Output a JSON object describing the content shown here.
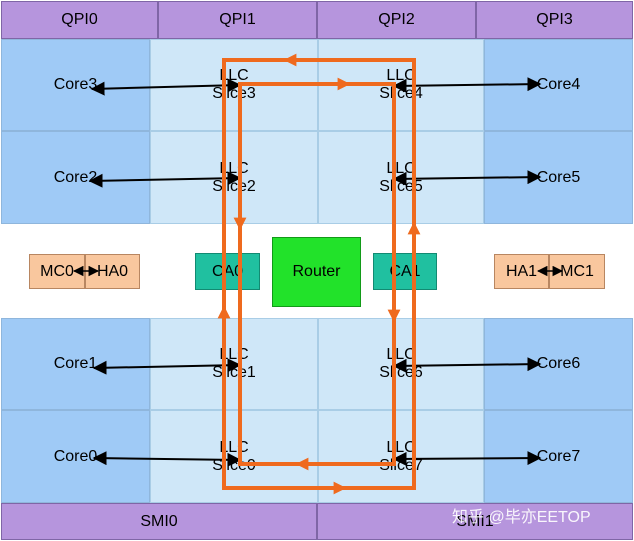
{
  "qpi": [
    "QPI0",
    "QPI1",
    "QPI2",
    "QPI3"
  ],
  "smi": [
    "SMI0",
    "SMI1"
  ],
  "cores": {
    "core0": "Core0",
    "core1": "Core1",
    "core2": "Core2",
    "core3": "Core3",
    "core4": "Core4",
    "core5": "Core5",
    "core6": "Core6",
    "core7": "Core7"
  },
  "llc": {
    "label": "LLC",
    "slice0": "Slice0",
    "slice1": "Slice1",
    "slice2": "Slice2",
    "slice3": "Slice3",
    "slice4": "Slice4",
    "slice5": "Slice5",
    "slice6": "Slice6",
    "slice7": "Slice7"
  },
  "agents": {
    "mc0": "MC0",
    "ha0": "HA0",
    "ca0": "CA0",
    "router": "Router",
    "ca1": "CA1",
    "ha1": "HA1",
    "mc1": "MC1"
  },
  "watermark": "知乎 @毕亦EETOP",
  "colors": {
    "purple": "#b695dd",
    "core": "#9fcaf6",
    "llc": "#cfe7f8",
    "peach": "#f9c79e",
    "teal": "#20c0a0",
    "router": "#22e22a",
    "ring": "#ef6a1e"
  }
}
